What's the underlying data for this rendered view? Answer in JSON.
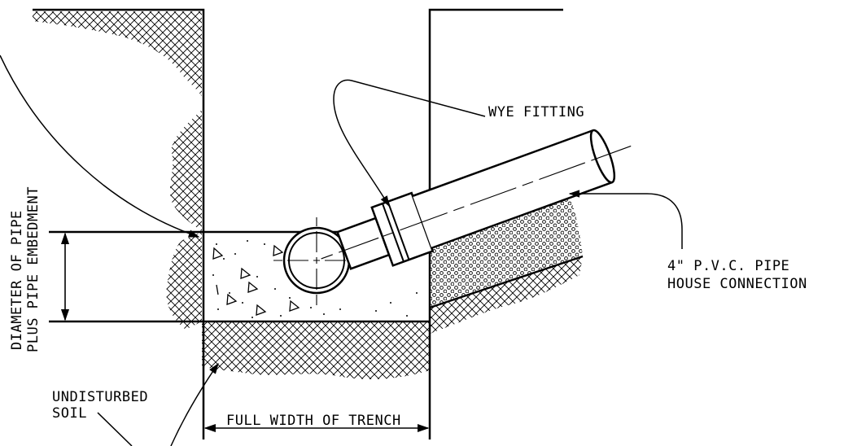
{
  "labels": {
    "wye_fitting": "WYE FITTING",
    "pvc_line1": "4\" P.V.C. PIPE",
    "pvc_line2": "HOUSE CONNECTION",
    "embed_line1": "DIAMETER OF PIPE",
    "embed_line2": "PLUS PIPE EMBEDMENT",
    "soil_line1": "UNDISTURBED",
    "soil_line2": "SOIL",
    "trench_width": "FULL WIDTH OF TRENCH"
  },
  "colors": {
    "ink": "#000000",
    "background": "#ffffff"
  }
}
